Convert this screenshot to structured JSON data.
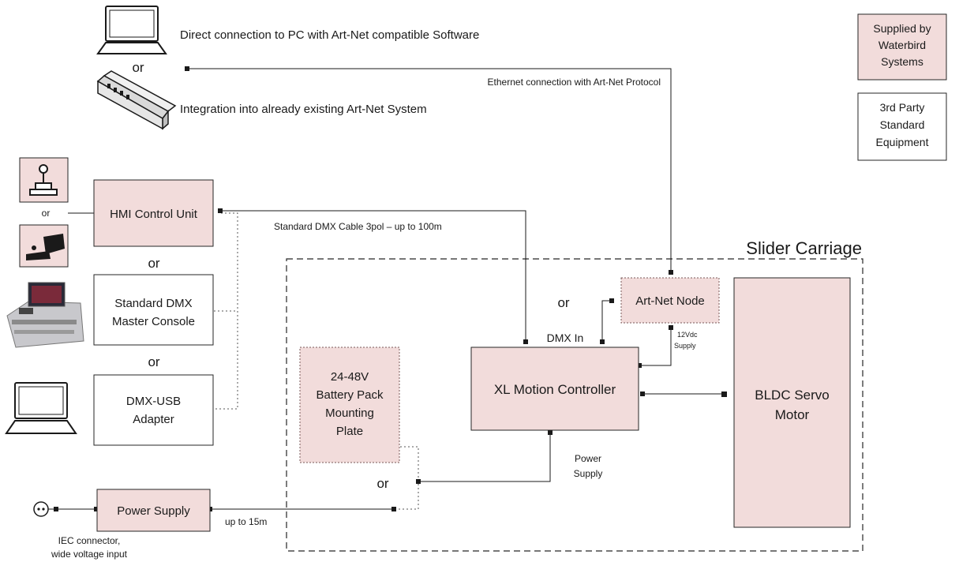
{
  "colors": {
    "supplied_fill": "#f2dcdb",
    "standard_fill": "#ffffff",
    "stroke": "#262626"
  },
  "legend": {
    "supplied": [
      "Supplied by",
      "Waterbird",
      "Systems"
    ],
    "standard": [
      "3rd Party",
      "Standard",
      "Equipment"
    ]
  },
  "labels": {
    "direct_pc": "Direct connection to PC with Art-Net compatible Software",
    "or_top": "or",
    "integration": "Integration into already existing Art-Net System",
    "ethernet": "Ethernet connection with Art-Net Protocol",
    "or_joystick": "or",
    "dmx_cable": "Standard DMX Cable 3pol – up to 100m",
    "slider_carriage": "Slider Carriage",
    "or_hmi": "or",
    "or_console": "or",
    "or_artnet": "or",
    "dmx_in": "DMX In",
    "supply_12v": [
      "12Vdc",
      "Supply"
    ],
    "power_supply_label": [
      "Power",
      "Supply"
    ],
    "or_power": "or",
    "up_to_15m": "up to 15m",
    "iec": [
      "IEC connector,",
      "wide voltage input"
    ]
  },
  "boxes": {
    "hmi": [
      "HMI Control Unit"
    ],
    "console": [
      "Standard DMX",
      "Master Console"
    ],
    "dmx_usb": [
      "DMX-USB",
      "Adapter"
    ],
    "power_supply": [
      "Power Supply"
    ],
    "battery": [
      "24-48V",
      "Battery Pack",
      "Mounting",
      "Plate"
    ],
    "controller": [
      "XL Motion Controller"
    ],
    "artnet_node": [
      "Art-Net Node"
    ],
    "motor": [
      "BLDC Servo",
      "Motor"
    ]
  },
  "icons": [
    "laptop-icon",
    "network-switch-icon",
    "joystick-icon",
    "foot-pedal-icon",
    "lighting-console-icon",
    "laptop-icon",
    "power-socket-icon"
  ]
}
